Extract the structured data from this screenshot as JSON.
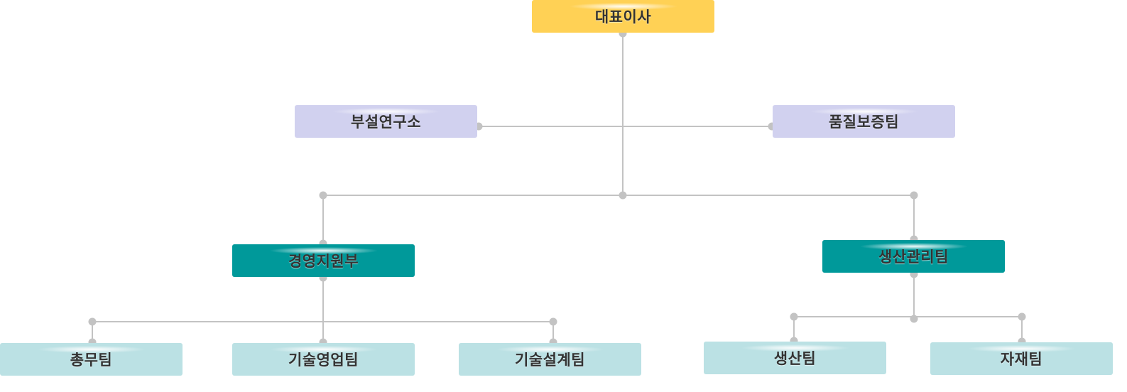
{
  "colors": {
    "executive": "#ffd155",
    "staff": "#d1d1ef",
    "division": "#00999a",
    "team": "#bbe1e4",
    "connector": "#c3c3c3"
  },
  "org_chart": {
    "ceo": {
      "label": "대표이사"
    },
    "staff": [
      {
        "label": "부설연구소"
      },
      {
        "label": "품질보증팀"
      }
    ],
    "divisions": [
      {
        "label": "경영지원부",
        "teams": [
          {
            "label": "총무팀"
          },
          {
            "label": "기술영업팀"
          },
          {
            "label": "기술설계팀"
          }
        ]
      },
      {
        "label": "생산관리팀",
        "teams": [
          {
            "label": "생산팀"
          },
          {
            "label": "자재팀"
          }
        ]
      }
    ]
  }
}
